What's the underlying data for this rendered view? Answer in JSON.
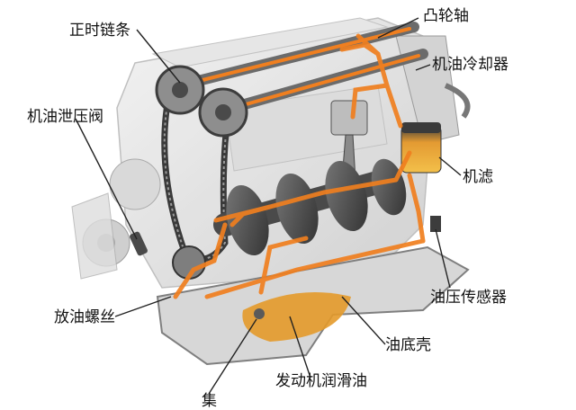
{
  "labels": {
    "timing_chain": "正时链条",
    "camshaft": "凸轮轴",
    "oil_cooler": "机油冷却器",
    "oil_relief_valve": "机油泄压阀",
    "oil_filter": "机滤",
    "oil_pressure_sensor": "油压传感器",
    "drain_bolt": "放油螺丝",
    "oil_pan": "油底壳",
    "engine_oil": "发动机润滑油",
    "strainer_partial": "集"
  },
  "colors": {
    "oil_flow": "#f07f1f",
    "oil_pool": "#e49a2a",
    "engine_gray": "#8c8c8c",
    "leader_line": "#222222"
  }
}
